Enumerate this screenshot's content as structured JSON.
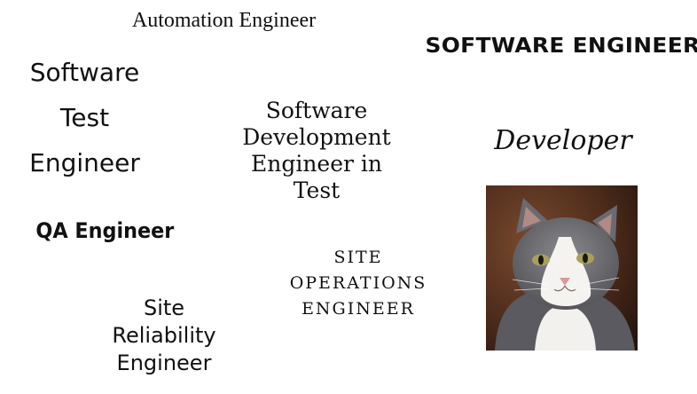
{
  "labels": {
    "automation_engineer": "Automation Engineer",
    "software_engineer": "SOFTWARE ENGINEER",
    "software_test_engineer": [
      "Software",
      "Test",
      "Engineer"
    ],
    "sdet": [
      "Software",
      "Development",
      "Engineer in",
      "Test"
    ],
    "developer": "Developer",
    "qa_engineer": "QA Engineer",
    "site_operations_engineer": [
      "SITE",
      "OPERATIONS",
      "ENGINEER"
    ],
    "site_reliability_engineer": [
      "Site",
      "Reliability",
      "Engineer"
    ]
  },
  "image": {
    "subject": "cat-photo"
  }
}
